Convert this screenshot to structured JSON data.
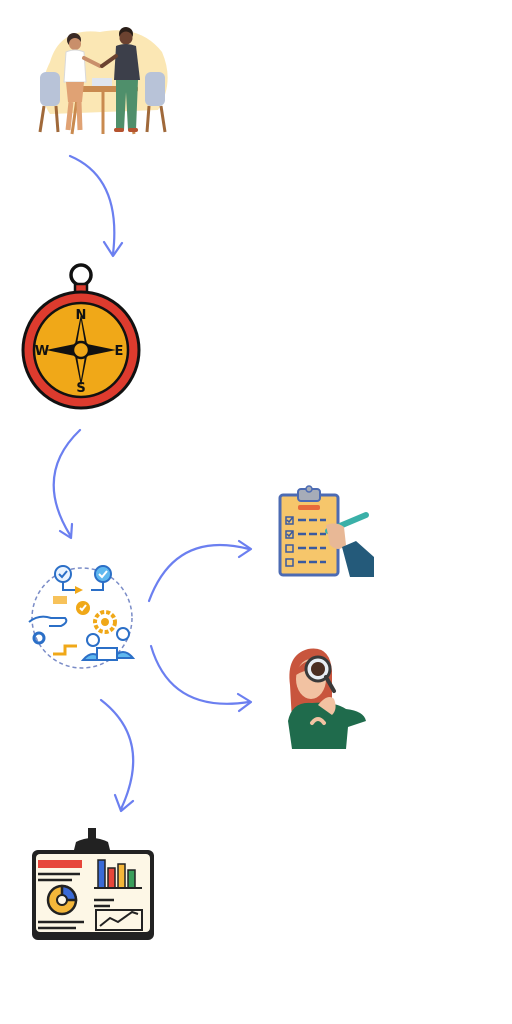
{
  "diagram": {
    "compass": {
      "north": "N",
      "east": "E",
      "south": "S",
      "west": "W"
    },
    "colors": {
      "arrow": "#6b7ff0",
      "compass_ring": "#dd3b2e",
      "compass_face": "#f0a818",
      "clipboard_board": "#f6c66b",
      "clipboard_frame": "#4c6bb3",
      "sweater": "#1f6b4c",
      "hair": "#c8553d",
      "board_panel": "#fdf7e6",
      "chart_bar_red": "#e7463a",
      "chart_bar_blue": "#3a6ad6",
      "chart_bar_yellow": "#f4b73a",
      "chart_bar_green": "#3a9e5b"
    },
    "icons": {
      "meeting": "handshake-meeting-icon",
      "compass": "compass-icon",
      "workflow": "workflow-process-icon",
      "checklist": "clipboard-checklist-icon",
      "research": "magnifying-glass-woman-icon",
      "dashboard": "dashboard-board-icon"
    }
  }
}
